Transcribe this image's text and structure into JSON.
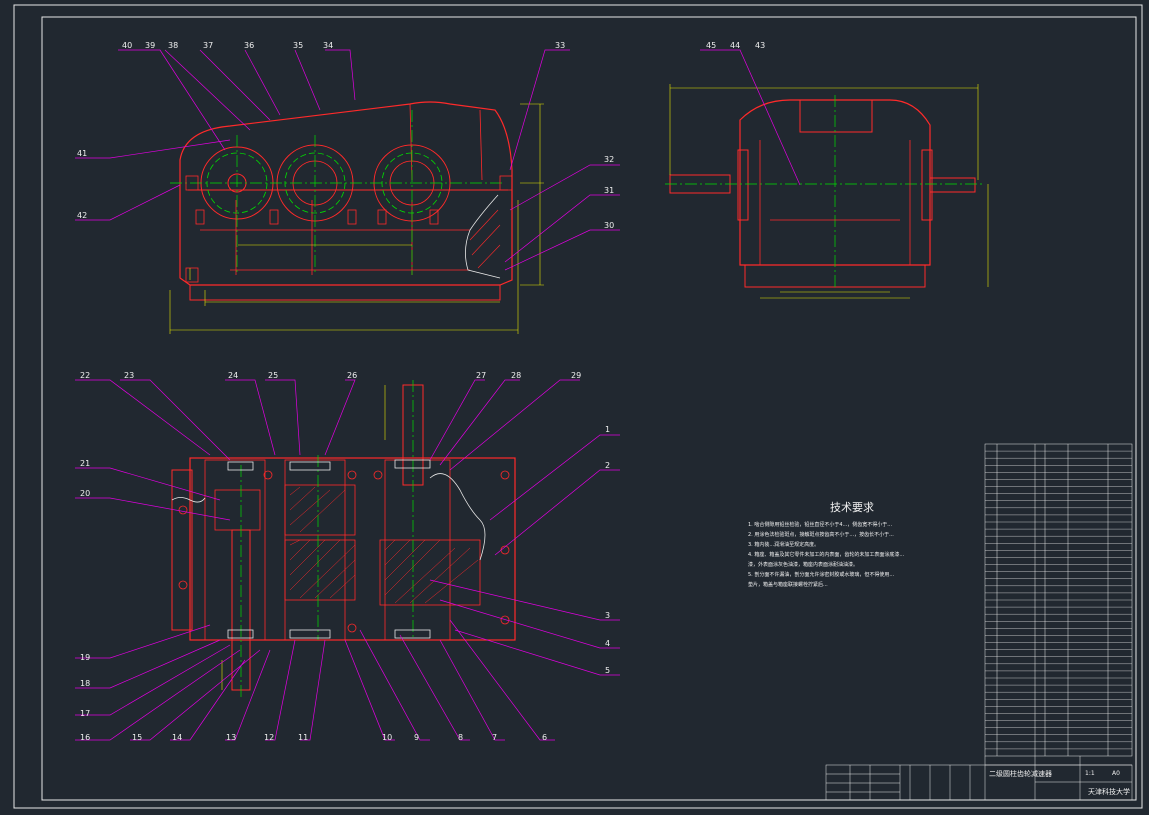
{
  "colors": {
    "background": "#212830",
    "frame": "#e8e8e8",
    "outline": "#ff2a2a",
    "center_line": "#00e000",
    "dimension": "#e5e500",
    "leader": "#e000e0",
    "text": "#f0f0f0"
  },
  "top_labels": [
    "40",
    "39",
    "38",
    "37",
    "36",
    "35",
    "34",
    "33",
    "41",
    "42",
    "32",
    "31",
    "30"
  ],
  "side_labels": [
    "45",
    "44",
    "43"
  ],
  "plan_labels_top": [
    "22",
    "23",
    "24",
    "25",
    "26",
    "27",
    "28",
    "29"
  ],
  "plan_labels_left": [
    "21",
    "20",
    "19",
    "18",
    "17",
    "16"
  ],
  "plan_labels_bottom": [
    "15",
    "14",
    "13",
    "12",
    "11",
    "10",
    "9",
    "8",
    "7",
    "6"
  ],
  "plan_labels_right": [
    "1",
    "2",
    "3",
    "4",
    "5"
  ],
  "tech_title": "技术要求",
  "tech_lines": [
    "1. 啮合侧隙用铅丝检验，铅丝直径不小于4...，侧齿宽不得小于...",
    "2. 用涂色法检验斑点，接触斑点按齿高不小于...，按齿长不小于...",
    "3. 箱内装...润滑油至规定高度。",
    "4. 箱座、箱盖及其它零件未加工的内表面，齿轮的未加工表面涂底漆...",
    "   漆，外表面涂灰色油漆，箱座内表面涂耐油油漆。",
    "5. 剖分面不许漏油，剖分面允许涂密封胶或水玻璃，但不得使用...",
    "   垫片，箱盖与箱座联接螺栓拧紧后..."
  ],
  "title_block": {
    "design_name": "二级圆柱齿轮减速器",
    "school": "天津科技大学",
    "scale": "1:1",
    "sheet": "A0"
  },
  "parts_rows": 44
}
